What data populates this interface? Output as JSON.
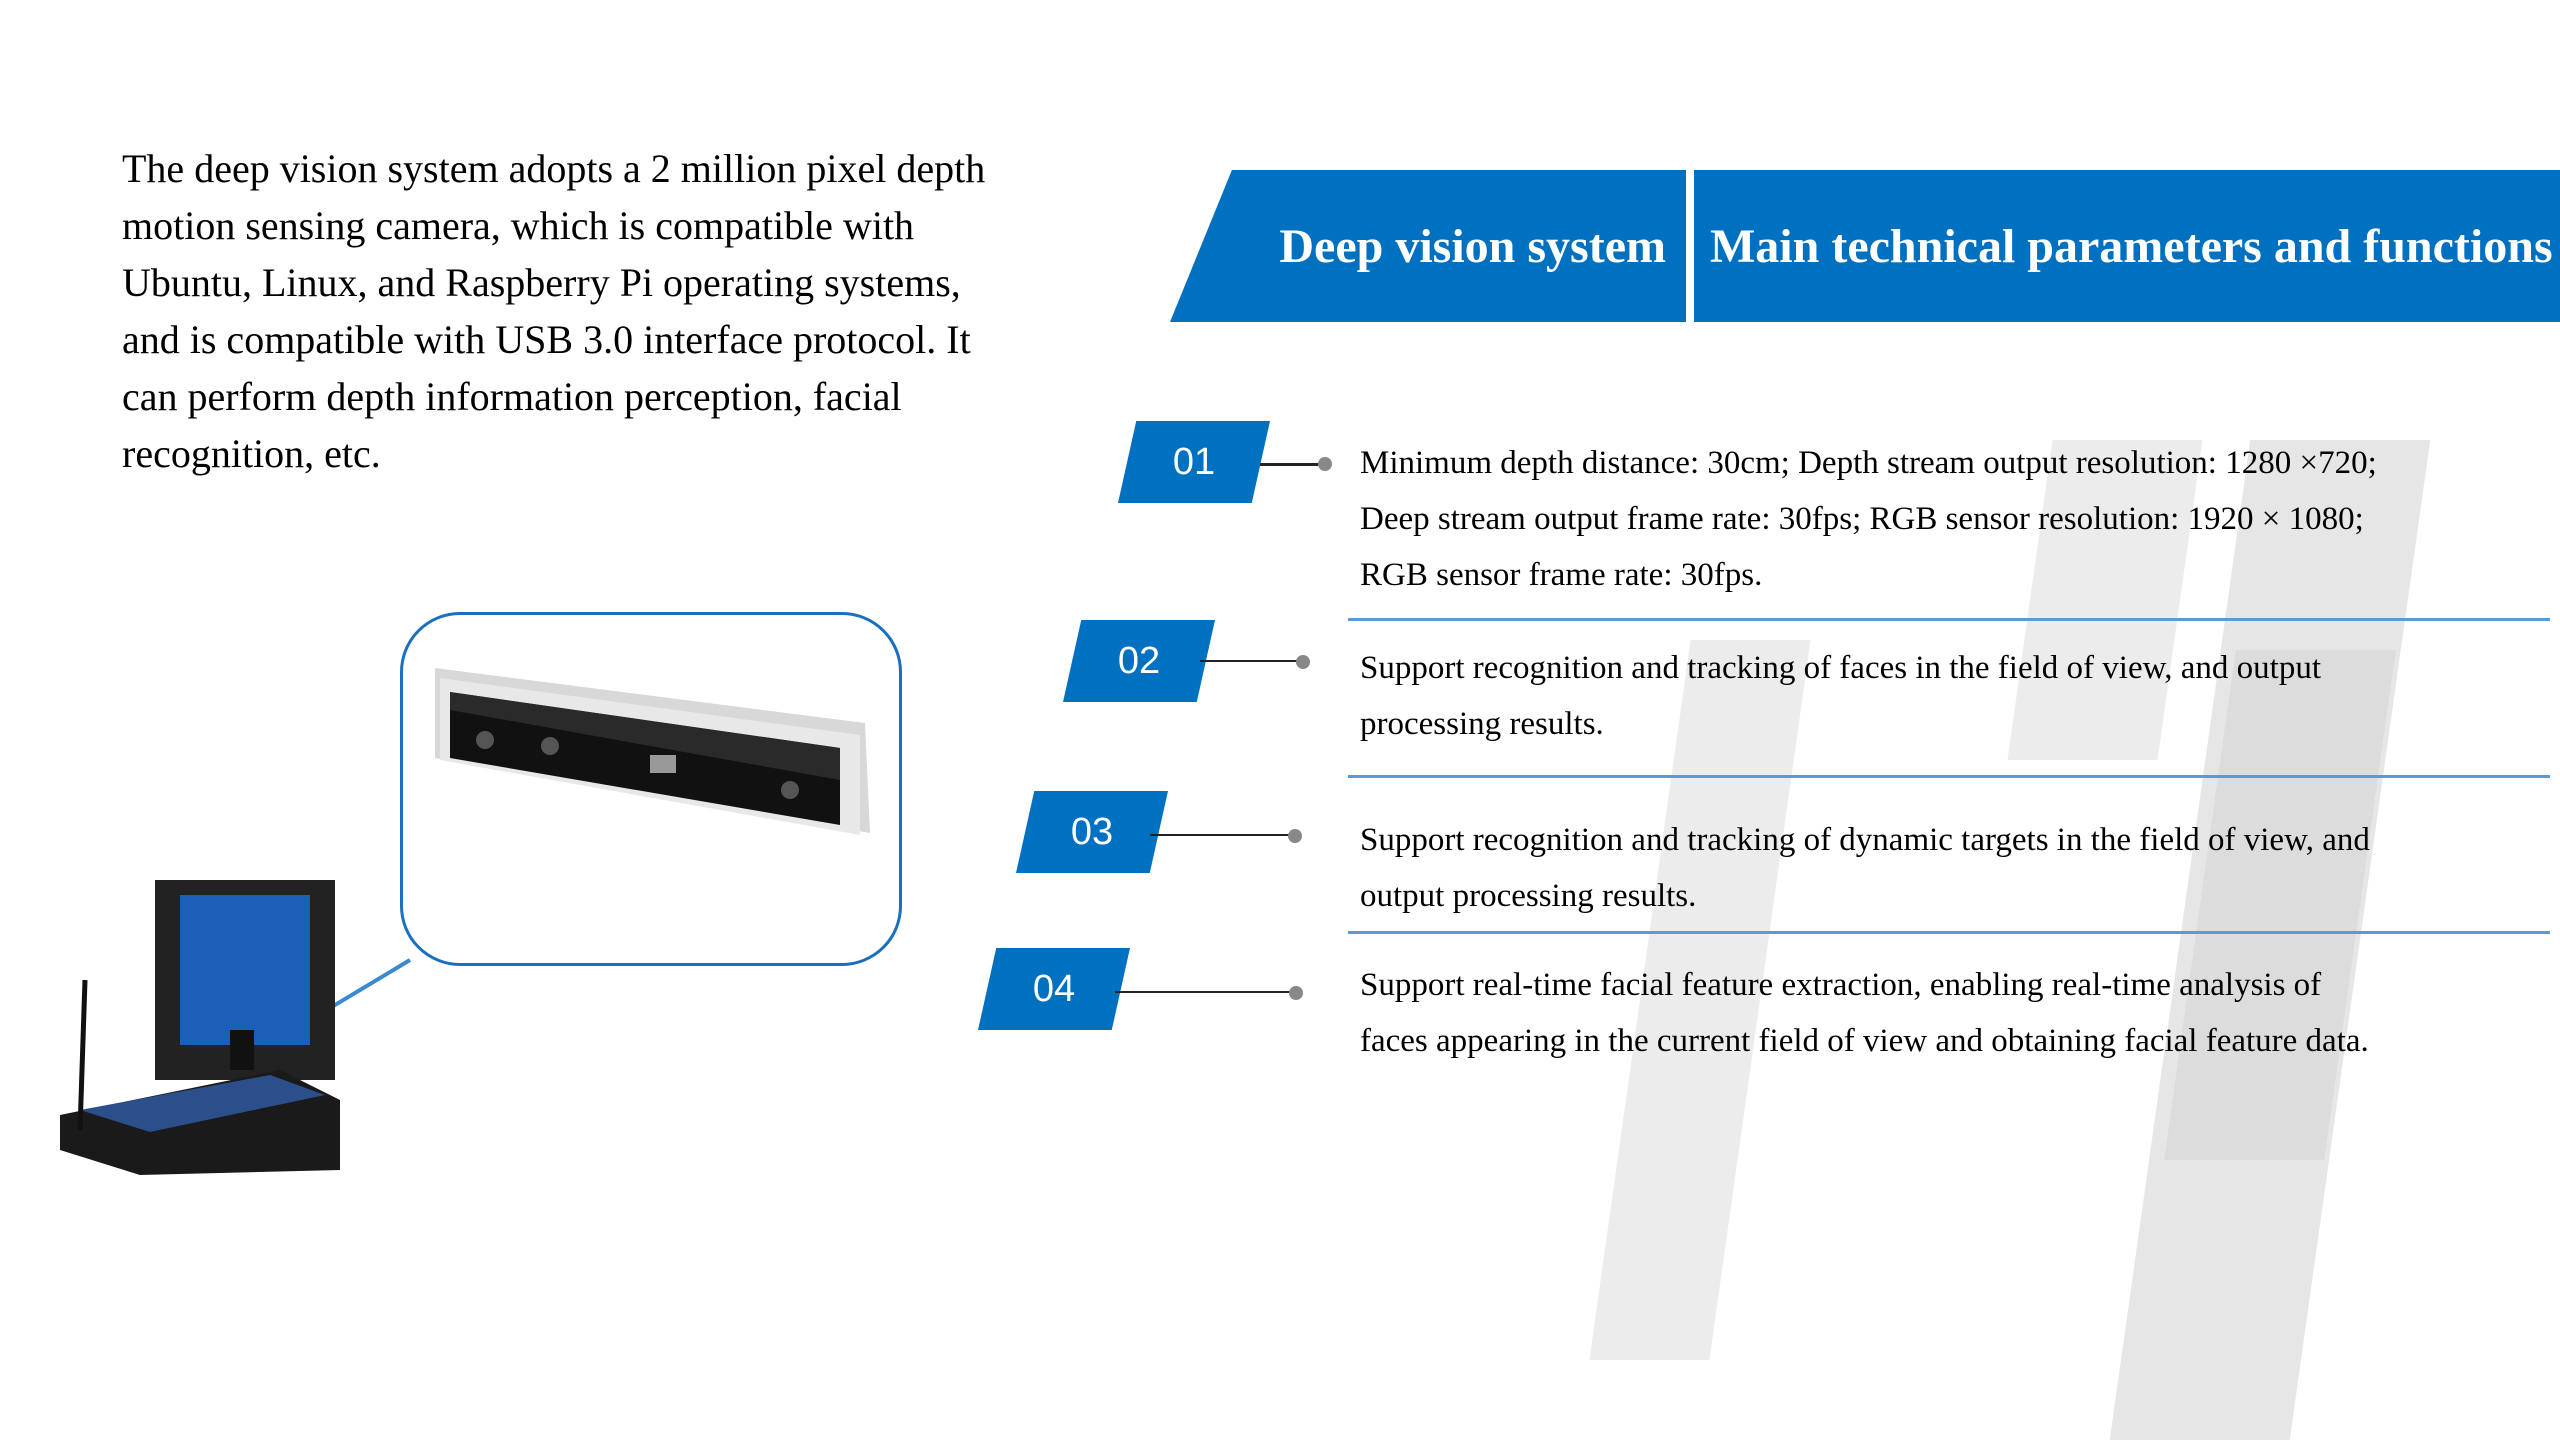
{
  "intro": "The deep vision system adopts a 2 million pixel depth motion sensing camera, which is compatible with Ubuntu, Linux, and Raspberry Pi operating systems, and is compatible with USB 3.0 interface protocol. It can perform depth information perception, facial recognition, etc.",
  "header": {
    "left": "Deep vision system",
    "right": "Main technical parameters and functions"
  },
  "items": [
    {
      "num": "01",
      "lines": [
        "Minimum depth distance: 30cm;   Depth stream output resolution: 1280 ×720;",
        "Deep stream output frame rate: 30fps;    RGB sensor resolution: 1920 × 1080;",
        "RGB sensor frame rate: 30fps."
      ]
    },
    {
      "num": "02",
      "lines": [
        "Support recognition and tracking of faces in the field of view, and output",
        "processing results."
      ]
    },
    {
      "num": "03",
      "lines": [
        "Support recognition and tracking of dynamic targets in the field of view, and",
        "output processing results."
      ]
    },
    {
      "num": "04",
      "lines": [
        "Support real-time facial feature extraction, enabling real-time analysis of",
        "faces appearing in the current field of view and obtaining facial feature data."
      ]
    }
  ],
  "colors": {
    "accent": "#0070c0",
    "divider": "#5b9bd5"
  }
}
